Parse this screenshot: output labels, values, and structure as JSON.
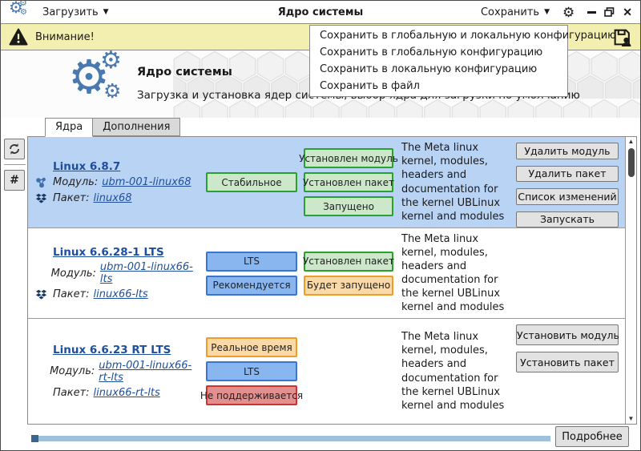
{
  "topbar": {
    "load_label": "Загрузить",
    "title": "Ядро системы",
    "save_label": "Сохранить"
  },
  "warning_bar": {
    "text": "Внимание!"
  },
  "save_menu": {
    "items": [
      "Сохранить в глобальную и локальную конфигурацию",
      "Сохранить в глобальную конфигурацию",
      "Сохранить в локальную конфигурацию",
      "Сохранить в файл"
    ]
  },
  "header": {
    "title": "Ядро системы",
    "subtitle": "Загрузка и установка ядер системы, выбор ядра для загрузки по умолчанию"
  },
  "tabs": {
    "kernels": "Ядра",
    "addons": "Дополнения"
  },
  "side_toolbar": {
    "hash_label": "#"
  },
  "labels": {
    "module": "Модуль:",
    "package": "Пакет:"
  },
  "kernels": [
    {
      "name": "Linux 6.8.7",
      "module": "ubm-001-linux68",
      "package": "linux68",
      "badges_col1": [
        "Стабильное"
      ],
      "badges_col2": [
        "Установлен модуль",
        "Установлен пакет",
        "Запущено"
      ],
      "description": "The Meta linux kernel, modules, headers and documentation for the kernel UBLinux kernel and modules",
      "buttons": [
        "Удалить модуль",
        "Удалить пакет",
        "Список изменений",
        "Запускать"
      ]
    },
    {
      "name": "Linux 6.6.28-1 LTS",
      "module": "ubm-001-linux66-lts",
      "package": "linux66-lts",
      "badges_col1": [
        "LTS",
        "Рекомендуется"
      ],
      "badges_col2": [
        "Установлен пакет",
        "Будет запущено"
      ],
      "description": "The Meta linux kernel, modules, headers and documentation for the kernel UBLinux kernel and modules",
      "buttons": []
    },
    {
      "name": "Linux 6.6.23 RT LTS",
      "module": "ubm-001-linux66-rt-lts",
      "package": "linux66-rt-lts",
      "badges_col1": [
        "Реальное время",
        "LTS",
        "Не поддерживается"
      ],
      "badges_col2": [],
      "description": "The Meta linux kernel, modules, headers and documentation for the kernel UBLinux kernel and modules",
      "buttons": [
        "Установить модуль",
        "Установить пакет"
      ]
    }
  ],
  "footer": {
    "details_label": "Подробнее"
  },
  "colors": {
    "accent_blue": "#4a78b0",
    "selected_row_bg": "#b9d3f4",
    "warning_bg": "#f3efb1",
    "link": "#1d4f9e",
    "badge_green_bg": "#cde7cb",
    "badge_green_border": "#2aa12a",
    "badge_blue_bg": "#8ab6ef",
    "badge_blue_border": "#3a76cf",
    "badge_orange_bg": "#f9d9a8",
    "badge_orange_border": "#f09d28",
    "badge_red_bg": "#e28f8f",
    "badge_red_border": "#cc3434",
    "progress_track": "#9ec0dc",
    "progress_head": "#39658f"
  }
}
